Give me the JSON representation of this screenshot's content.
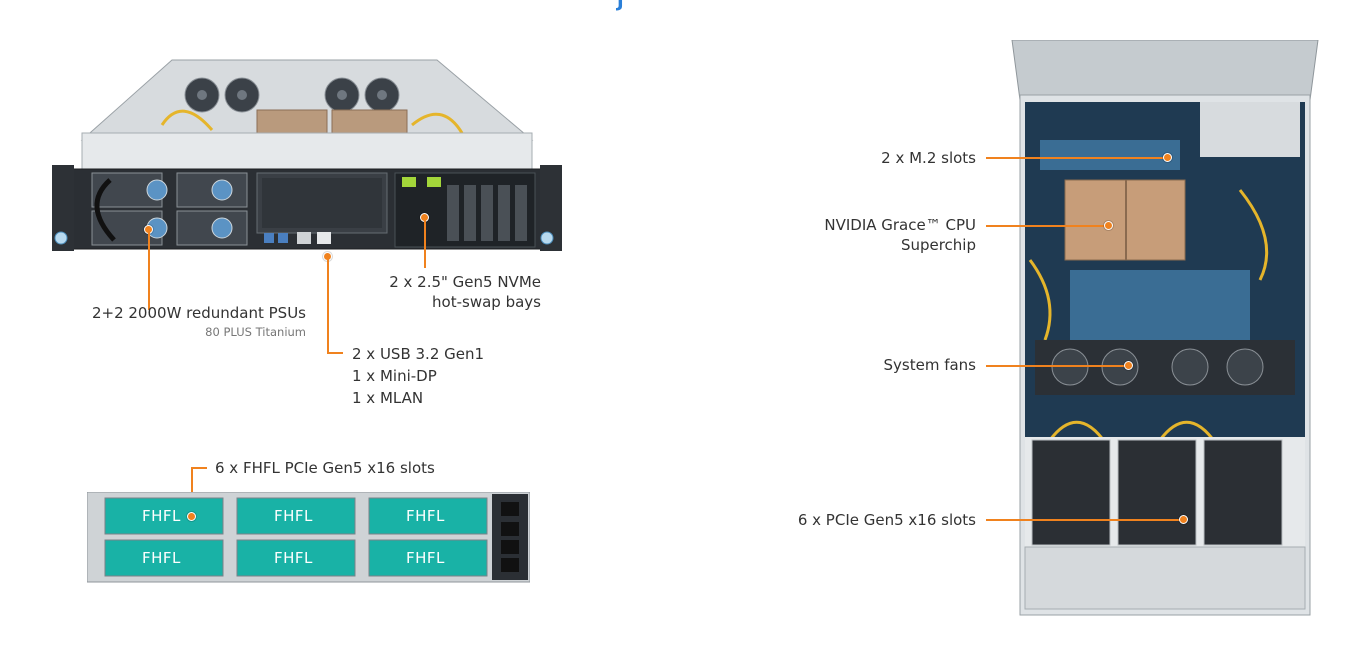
{
  "header_mark": "J",
  "rear_view": {
    "psu_title": "2+2 2000W redundant PSUs",
    "psu_subtitle": "80 PLUS Titanium",
    "io_line1": "2 x USB 3.2 Gen1",
    "io_line2": "1 x Mini-DP",
    "io_line3": "1 x MLAN",
    "nvme_line1": "2 x 2.5\" Gen5 NVMe",
    "nvme_line2": "hot-swap bays"
  },
  "front_view": {
    "slots_label": "6 x FHFL PCIe Gen5 x16 slots",
    "slot_badge": "FHFL"
  },
  "top_view": {
    "m2_label": "2 x M.2 slots",
    "cpu_line1": "NVIDIA Grace™ CPU",
    "cpu_line2": "Superchip",
    "fans_label": "System fans",
    "pcie_label": "6 x PCIe Gen5 x16 slots"
  },
  "colors": {
    "accent": "#f0821e",
    "teal": "#19b2a6",
    "chassis": "#c9ced2"
  }
}
